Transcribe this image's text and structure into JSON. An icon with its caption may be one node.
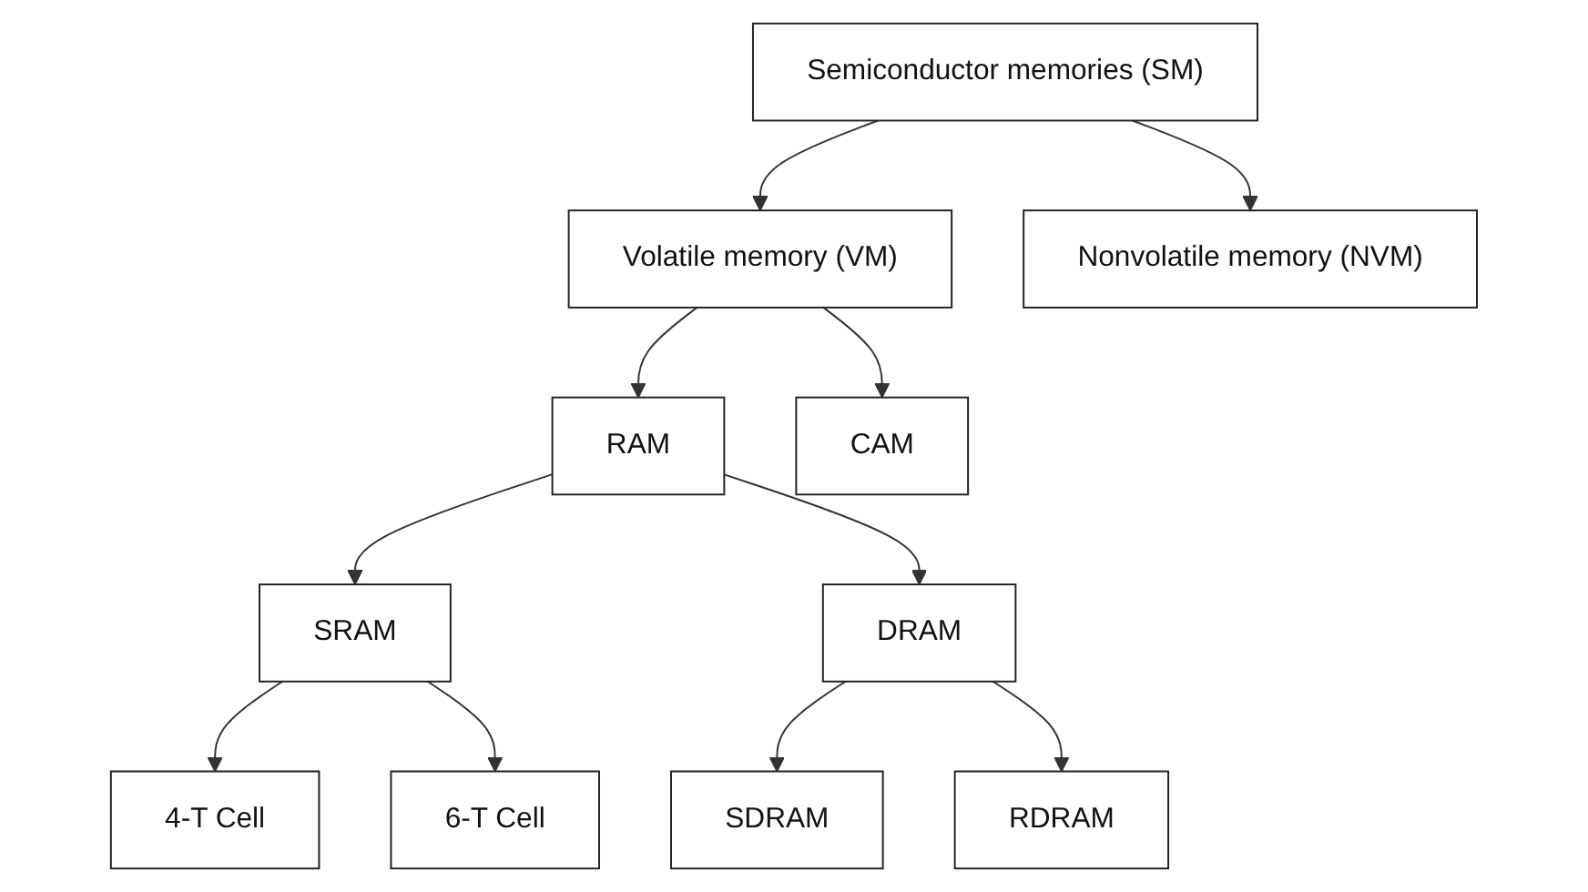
{
  "diagram": {
    "nodes": [
      {
        "text": [
          "Semiconductor memories (SM)"
        ]
      },
      {
        "text": [
          "Volatile memory (VM)"
        ]
      },
      {
        "text": [
          "Nonvolatile memory (NVM)"
        ]
      },
      {
        "text": [
          "RAM"
        ]
      },
      {
        "text": [
          "CAM"
        ]
      },
      {
        "text": [
          "SRAM"
        ]
      },
      {
        "text": [
          "DRAM"
        ]
      },
      {
        "text": [
          "4-T Cell"
        ]
      },
      {
        "text": [
          "6-T Cell"
        ]
      },
      {
        "text": [
          "SDRAM"
        ]
      },
      {
        "text": [
          "RDRAM"
        ]
      }
    ],
    "edges": [
      {
        "from": 0,
        "to": 1,
        "arrow": "to"
      },
      {
        "from": 0,
        "to": 2,
        "arrow": "to"
      },
      {
        "from": 1,
        "to": 3,
        "arrow": "to"
      },
      {
        "from": 1,
        "to": 4,
        "arrow": "to"
      },
      {
        "from": 3,
        "to": 5,
        "arrow": "to"
      },
      {
        "from": 3,
        "to": 6,
        "arrow": "to"
      },
      {
        "from": 5,
        "to": 7,
        "arrow": "to"
      },
      {
        "from": 5,
        "to": 8,
        "arrow": "to"
      },
      {
        "from": 6,
        "to": 9,
        "arrow": "to"
      },
      {
        "from": 6,
        "to": 10,
        "arrow": "to"
      }
    ]
  }
}
